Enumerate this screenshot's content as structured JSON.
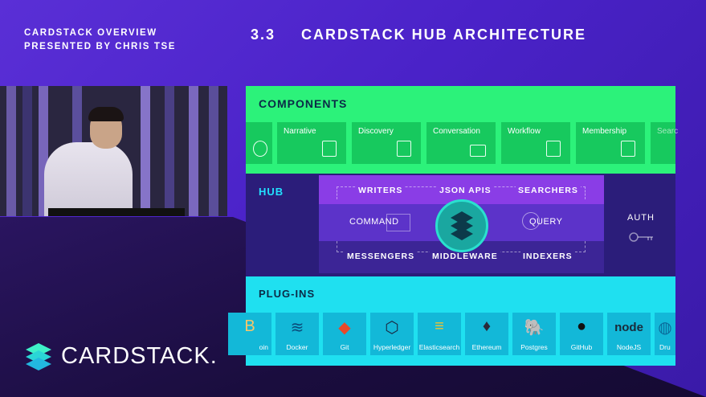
{
  "header": {
    "line1": "CARDSTACK OVERVIEW",
    "line2": "PRESENTED BY CHRIS TSE",
    "slide_number": "3.3",
    "slide_title": "CARDSTACK HUB ARCHITECTURE"
  },
  "diagram": {
    "components_label": "COMPONENTS",
    "components": [
      {
        "label": "Narrative",
        "icon": "edit-icon"
      },
      {
        "label": "Discovery",
        "icon": "document-icon"
      },
      {
        "label": "Conversation",
        "icon": "chat-icon"
      },
      {
        "label": "Workflow",
        "icon": "checklist-icon"
      },
      {
        "label": "Membership",
        "icon": "id-card-icon"
      },
      {
        "label": "Searc",
        "icon": ""
      }
    ],
    "hub_label": "HUB",
    "hub": {
      "writers": "WRITERS",
      "json_apis": "JSON APIS",
      "searchers": "SEARCHERS",
      "command": "COMMAND",
      "query": "QUERY",
      "messengers": "MESSENGERS",
      "middleware": "MIDDLEWARE",
      "indexers": "INDEXERS",
      "auth": "AUTH"
    },
    "plugins_label": "PLUG-INS",
    "plugins": [
      {
        "label": "oin",
        "glyph": "B"
      },
      {
        "label": "Docker",
        "glyph": "≋"
      },
      {
        "label": "Git",
        "glyph": "◆"
      },
      {
        "label": "Hyperledger",
        "glyph": "⬡"
      },
      {
        "label": "Elasticsearch",
        "glyph": "≡"
      },
      {
        "label": "Ethereum",
        "glyph": "♦"
      },
      {
        "label": "Postgres",
        "glyph": "🐘"
      },
      {
        "label": "GitHub",
        "glyph": "●"
      },
      {
        "label": "NodeJS",
        "glyph": "node"
      },
      {
        "label": "Dru",
        "glyph": "◍"
      }
    ]
  },
  "brand": {
    "name": "CARDSTACK."
  },
  "colors": {
    "background": "#4a22c8",
    "components": "#2cf27a",
    "hub": "#2b1d7a",
    "plugins": "#1fe0f0",
    "accent_cyan": "#22e0ff"
  }
}
